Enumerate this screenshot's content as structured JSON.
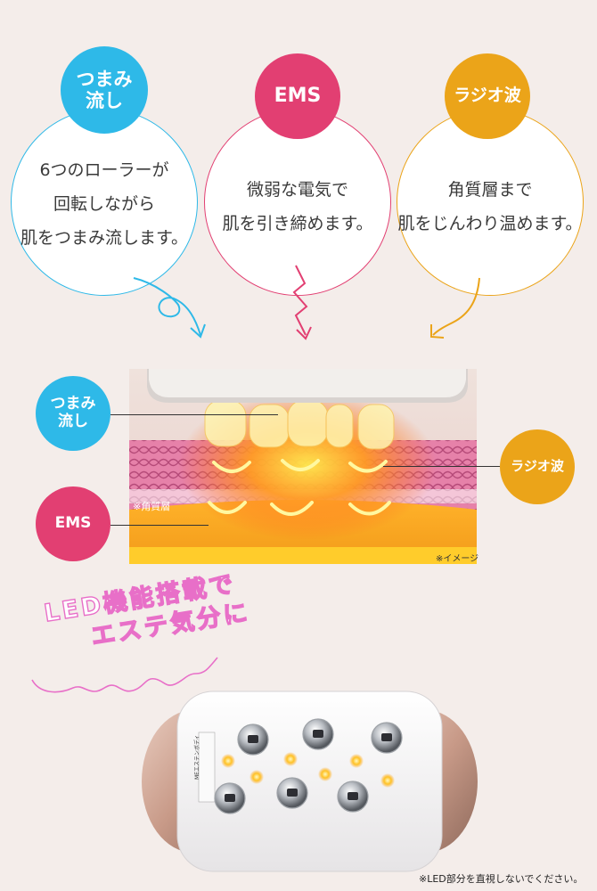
{
  "features": [
    {
      "badge": "つまみ\n流し",
      "lines": [
        "6つのローラーが",
        "回転しながら",
        "肌をつまみ流します。"
      ],
      "color": "#2eb9e8"
    },
    {
      "badge": "EMS",
      "lines": [
        "微弱な電気で",
        "肌を引き締めます。"
      ],
      "color": "#e23f72"
    },
    {
      "badge": "ラジオ波",
      "lines": [
        "角質層まで",
        "肌をじんわり温めます。"
      ],
      "color": "#eba419"
    }
  ],
  "diagram": {
    "label_tsumami": "つまみ\n流し",
    "label_ems": "EMS",
    "label_radio": "ラジオ波",
    "layer_note": "※角質層",
    "image_note": "※イメージ"
  },
  "led": {
    "line1": "LED機能搭載で",
    "line2": "エステ気分に",
    "color": "#e86fc8"
  },
  "device": {
    "label_text": "MEエステンボディ"
  },
  "footnote": "※LED部分を直視しないでください。"
}
